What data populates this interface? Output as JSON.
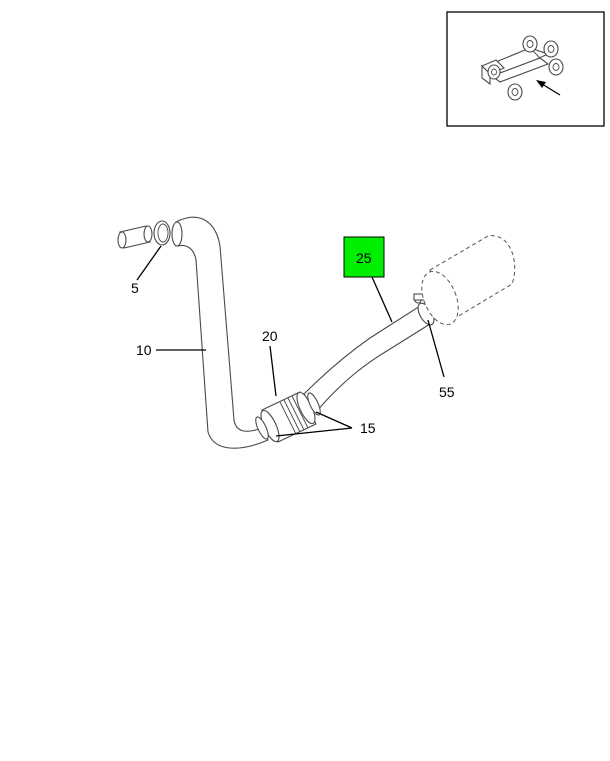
{
  "diagram": {
    "callouts": [
      {
        "id": "c5",
        "label": "5"
      },
      {
        "id": "c10",
        "label": "10"
      },
      {
        "id": "c15",
        "label": "15"
      },
      {
        "id": "c20",
        "label": "20"
      },
      {
        "id": "c25",
        "label": "25",
        "highlighted": true,
        "highlight_color": "#00ee00"
      },
      {
        "id": "c55",
        "label": "55"
      }
    ]
  },
  "locator_inset": {
    "arrow_direction": "up-left"
  },
  "colors": {
    "line": "#000000",
    "part_outline": "#4a4a4a",
    "highlight": "#00ee00"
  }
}
